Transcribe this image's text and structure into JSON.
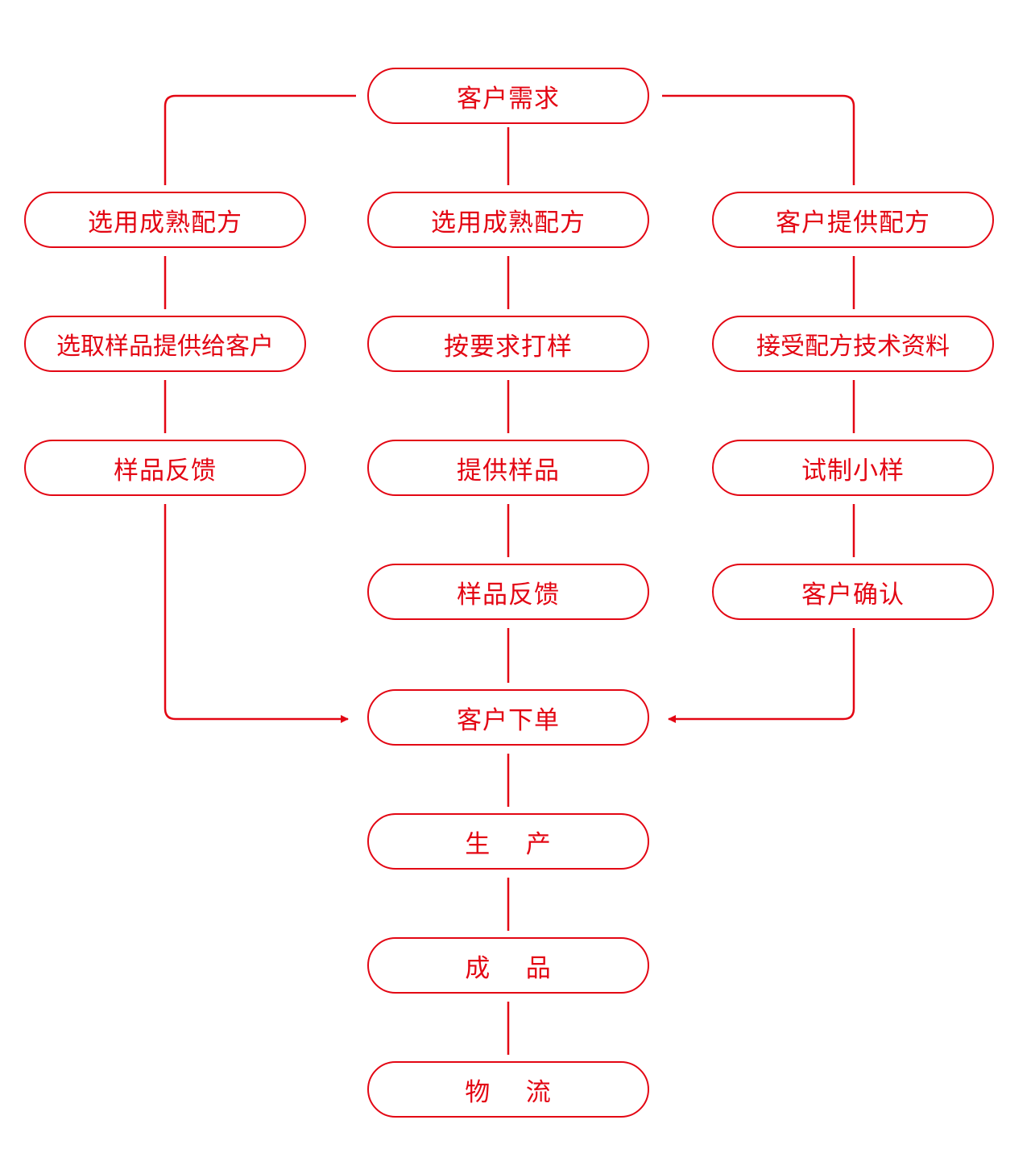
{
  "theme": {
    "accent": "#e30613",
    "background": "#ffffff"
  },
  "nodes": {
    "customer_demand": "客户需求",
    "left": {
      "mature_formula": "选用成熟配方",
      "select_sample": "选取样品提供给客户",
      "sample_feedback": "样品反馈"
    },
    "center": {
      "mature_formula": "选用成熟配方",
      "make_sample": "按要求打样",
      "provide_sample": "提供样品",
      "sample_feedback": "样品反馈"
    },
    "right": {
      "customer_formula": "客户提供配方",
      "accept_tech_data": "接受配方技术资料",
      "trial_sample": "试制小样",
      "customer_confirm": "客户确认"
    },
    "customer_order": "客户下单",
    "production": "生    产",
    "finished_product": "成    品",
    "logistics": "物    流"
  }
}
